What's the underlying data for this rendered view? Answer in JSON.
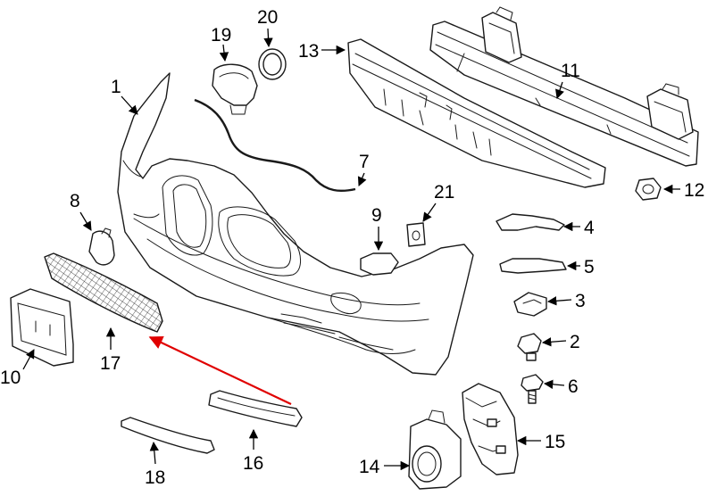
{
  "diagram": {
    "accent_color": "#e00000",
    "callouts": [
      {
        "label": "1"
      },
      {
        "label": "19"
      },
      {
        "label": "20"
      },
      {
        "label": "13"
      },
      {
        "label": "11"
      },
      {
        "label": "7"
      },
      {
        "label": "12"
      },
      {
        "label": "8"
      },
      {
        "label": "9"
      },
      {
        "label": "21"
      },
      {
        "label": "4"
      },
      {
        "label": "5"
      },
      {
        "label": "3"
      },
      {
        "label": "2"
      },
      {
        "label": "6"
      },
      {
        "label": "10"
      },
      {
        "label": "17"
      },
      {
        "label": "18"
      },
      {
        "label": "16"
      },
      {
        "label": "15"
      },
      {
        "label": "14"
      }
    ]
  }
}
